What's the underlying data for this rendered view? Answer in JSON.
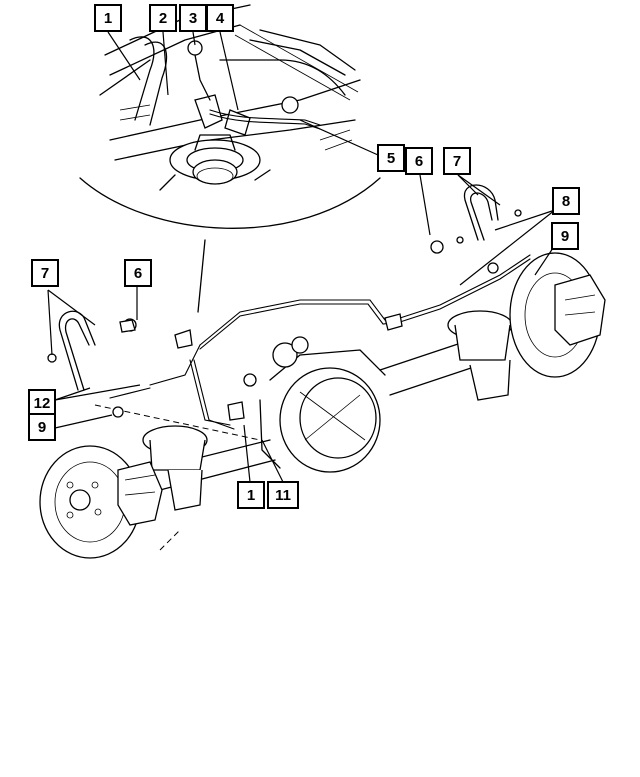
{
  "diagram": {
    "callouts": [
      {
        "id": "c1-top",
        "label": "1"
      },
      {
        "id": "c2-top",
        "label": "2"
      },
      {
        "id": "c3-top",
        "label": "3"
      },
      {
        "id": "c4-top",
        "label": "4"
      },
      {
        "id": "c5",
        "label": "5"
      },
      {
        "id": "c6-right",
        "label": "6"
      },
      {
        "id": "c7-right",
        "label": "7"
      },
      {
        "id": "c8",
        "label": "8"
      },
      {
        "id": "c9-right",
        "label": "9"
      },
      {
        "id": "c7-left",
        "label": "7"
      },
      {
        "id": "c6-left",
        "label": "6"
      },
      {
        "id": "c12",
        "label": "12"
      },
      {
        "id": "c9-left",
        "label": "9"
      },
      {
        "id": "c1-bottom",
        "label": "1"
      },
      {
        "id": "c11",
        "label": "11"
      }
    ]
  }
}
